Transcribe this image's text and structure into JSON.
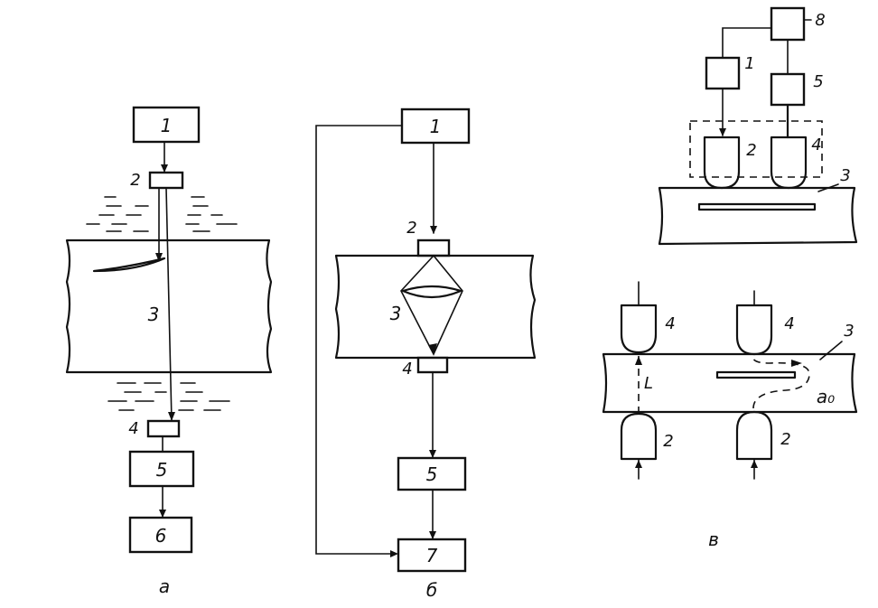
{
  "panel_a": {
    "caption": "а",
    "block_generator": "1",
    "label_transmitter": "2",
    "label_specimen": "3",
    "label_receiver": "4",
    "block_amplifier": "5",
    "block_indicator": "6"
  },
  "panel_b": {
    "caption": "б",
    "block_generator": "1",
    "label_transmitter": "2",
    "label_specimen": "3",
    "label_receiver": "4",
    "block_amplifier": "5",
    "block_indicator": "7"
  },
  "panel_c": {
    "caption": "в",
    "block_generator": "1",
    "block_amplifier": "5",
    "block_indicator": "8",
    "label_transmitter": "2",
    "label_receiver": "4",
    "label_specimen": "3",
    "lower_label_receiver_left": "4",
    "lower_label_receiver_right": "4",
    "lower_label_transmitter_left": "2",
    "lower_label_transmitter_right": "2",
    "lower_label_specimen": "3",
    "lower_label_l": "L",
    "lower_label_a0": "a₀"
  }
}
